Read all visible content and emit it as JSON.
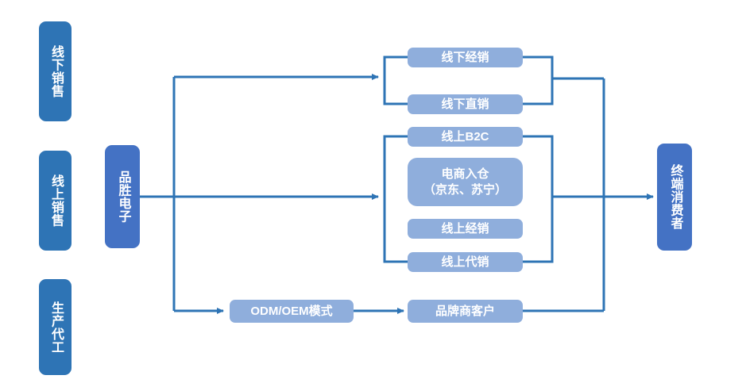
{
  "diagram": {
    "type": "flowchart",
    "title_text": "",
    "colors": {
      "stage_label_fill": "#2E74B5",
      "primary_node_fill": "#4472C4",
      "channel_fill": "#8FAEDC",
      "connector_stroke": "#2E74B5",
      "background": "#FFFFFF",
      "node_text": "#FFFFFF"
    },
    "stage_labels": [
      {
        "id": "offline-sales",
        "text": "线下销售"
      },
      {
        "id": "online-sales",
        "text": "线上销售"
      },
      {
        "id": "oem-manufacturing",
        "text": "生产代工"
      }
    ],
    "source": {
      "id": "pisen",
      "text": "品胜电子"
    },
    "terminal": {
      "id": "end-consumer",
      "text": "终端消费者"
    },
    "groups": [
      {
        "id": "offline-group",
        "stage": "线下销售",
        "channels": [
          {
            "id": "offline-distribution",
            "text": "线下经销"
          },
          {
            "id": "offline-direct-sales",
            "text": "线下直销"
          }
        ]
      },
      {
        "id": "online-group",
        "stage": "线上销售",
        "channels": [
          {
            "id": "online-b2c",
            "text": "线上B2C"
          },
          {
            "id": "ecommerce-warehousing",
            "line1": "电商入仓",
            "line2": "（京东、苏宁）"
          },
          {
            "id": "online-distribution",
            "text": "线上经销"
          },
          {
            "id": "online-consignment",
            "text": "线上代销"
          }
        ]
      },
      {
        "id": "oem-group",
        "stage": "生产代工",
        "channels": [
          {
            "id": "odm-oem-mode",
            "text": "ODM/OEM模式"
          },
          {
            "id": "brand-customer",
            "text": "品牌商客户"
          }
        ]
      }
    ]
  }
}
